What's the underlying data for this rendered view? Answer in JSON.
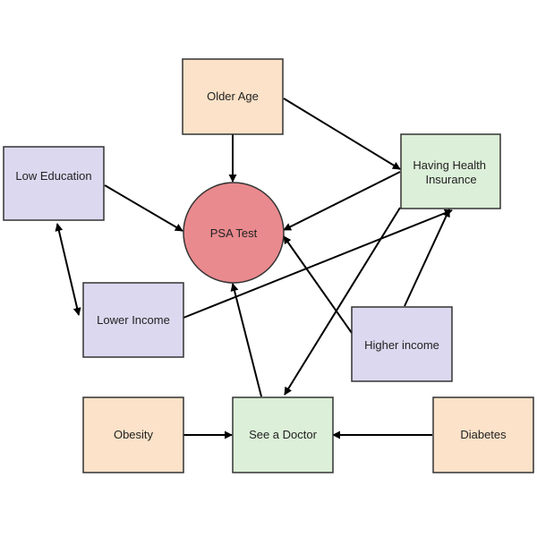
{
  "nodes": {
    "older_age": {
      "label": "Older Age"
    },
    "low_education": {
      "label": "Low Education"
    },
    "having_health_insurance": {
      "label_line1": "Having Health",
      "label_line2": "Insurance"
    },
    "psa_test": {
      "label": "PSA Test"
    },
    "lower_income": {
      "label": "Lower Income"
    },
    "higher_income": {
      "label": "Higher income"
    },
    "obesity": {
      "label": "Obesity"
    },
    "see_a_doctor": {
      "label": "See a Doctor"
    },
    "diabetes": {
      "label": "Diabetes"
    }
  },
  "colors": {
    "peach": "#fbe2c8",
    "lavender": "#dcd8ef",
    "mint": "#dcefd8",
    "red": "#e98a8e",
    "border": "#333333",
    "arrow": "#000000"
  }
}
